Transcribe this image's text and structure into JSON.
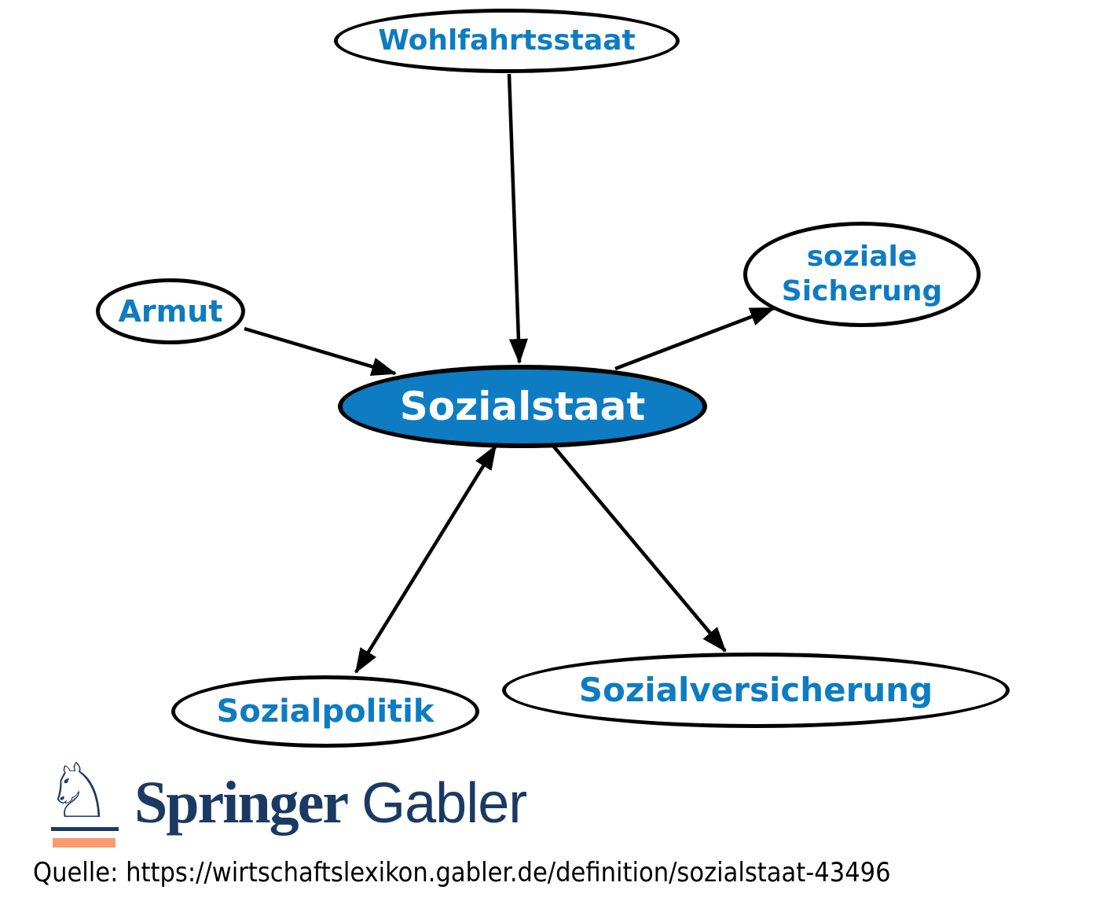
{
  "diagram": {
    "title": "Sozialstaat concept map",
    "nodes": {
      "wohlfahrtsstaat": {
        "label": "Wohlfahrtsstaat"
      },
      "armut": {
        "label": "Armut"
      },
      "soziale_sicherung": {
        "label": "soziale\nSicherung"
      },
      "sozialstaat": {
        "label": "Sozialstaat"
      },
      "sozialpolitik": {
        "label": "Sozialpolitik"
      },
      "sozialversicherung": {
        "label": "Sozialversicherung"
      }
    },
    "edges": [
      {
        "from": "wohlfahrtsstaat",
        "to": "sozialstaat",
        "direction": "one-way"
      },
      {
        "from": "armut",
        "to": "sozialstaat",
        "direction": "one-way"
      },
      {
        "from": "sozialstaat",
        "to": "soziale_sicherung",
        "direction": "one-way"
      },
      {
        "from": "sozialstaat",
        "to": "sozialpolitik",
        "direction": "two-way"
      },
      {
        "from": "sozialstaat",
        "to": "sozialversicherung",
        "direction": "one-way"
      }
    ],
    "colors": {
      "node_border": "#000000",
      "node_fill": "#ffffff",
      "center_fill": "#0d7cc2",
      "label_blue": "#0d7cc2",
      "center_label": "#ffffff",
      "edge": "#000000"
    }
  },
  "footer": {
    "logo": {
      "icon": "springer-horse-icon",
      "horse_glyph": "♘",
      "brand_primary": "Springer",
      "brand_secondary": "Gabler",
      "navy": "#1a3a63",
      "orange": "#f89c70"
    },
    "source_line": "Quelle: https://wirtschaftslexikon.gabler.de/definition/sozialstaat-43496"
  }
}
